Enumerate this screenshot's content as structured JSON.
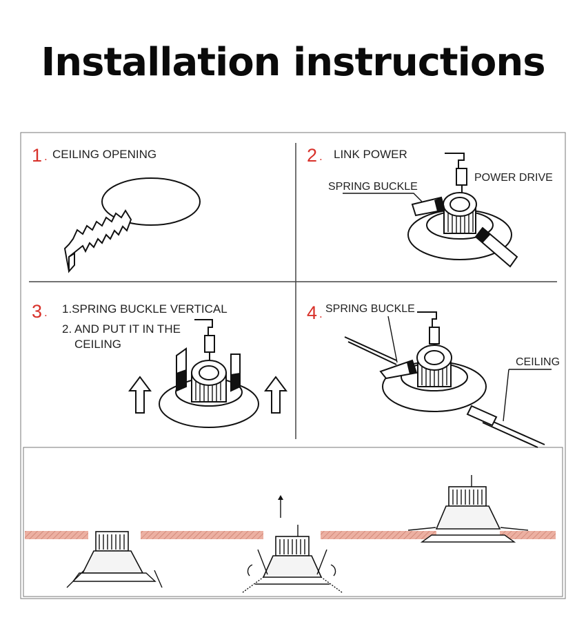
{
  "title": "Installation instructions",
  "steps": [
    {
      "number": "1",
      "label": "CEILING OPENING"
    },
    {
      "number": "2",
      "label": "LINK POWER",
      "callouts": [
        "POWER DRIVE",
        "SPRING BUCKLE"
      ]
    },
    {
      "number": "3",
      "lines": [
        "1.SPRING BUCKLE VERTICAL",
        "2. AND PUT IT IN THE",
        "CEILING"
      ]
    },
    {
      "number": "4",
      "callouts": [
        "SPRING BUCKLE",
        "CEILING"
      ]
    }
  ],
  "colors": {
    "step_number": "#d8312a",
    "ceiling_fill": "#e8a898",
    "line": "#111111"
  }
}
